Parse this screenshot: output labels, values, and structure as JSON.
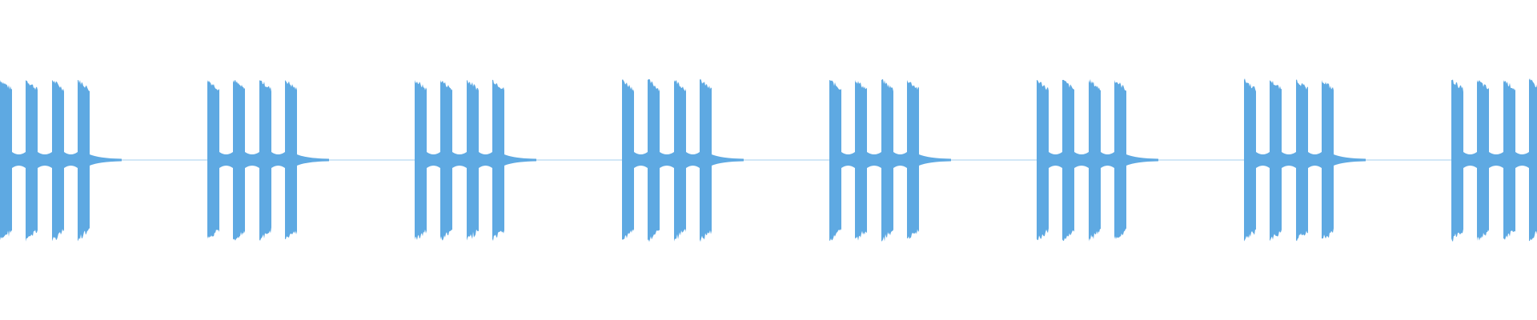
{
  "waveform": {
    "color": "#5ea9e2",
    "background": "#ffffff",
    "group_count": 8,
    "bursts_per_group": 4,
    "last_group_clipped": true,
    "burst_peak_amplitude": 1.0,
    "idle_amplitude": 0.02
  }
}
